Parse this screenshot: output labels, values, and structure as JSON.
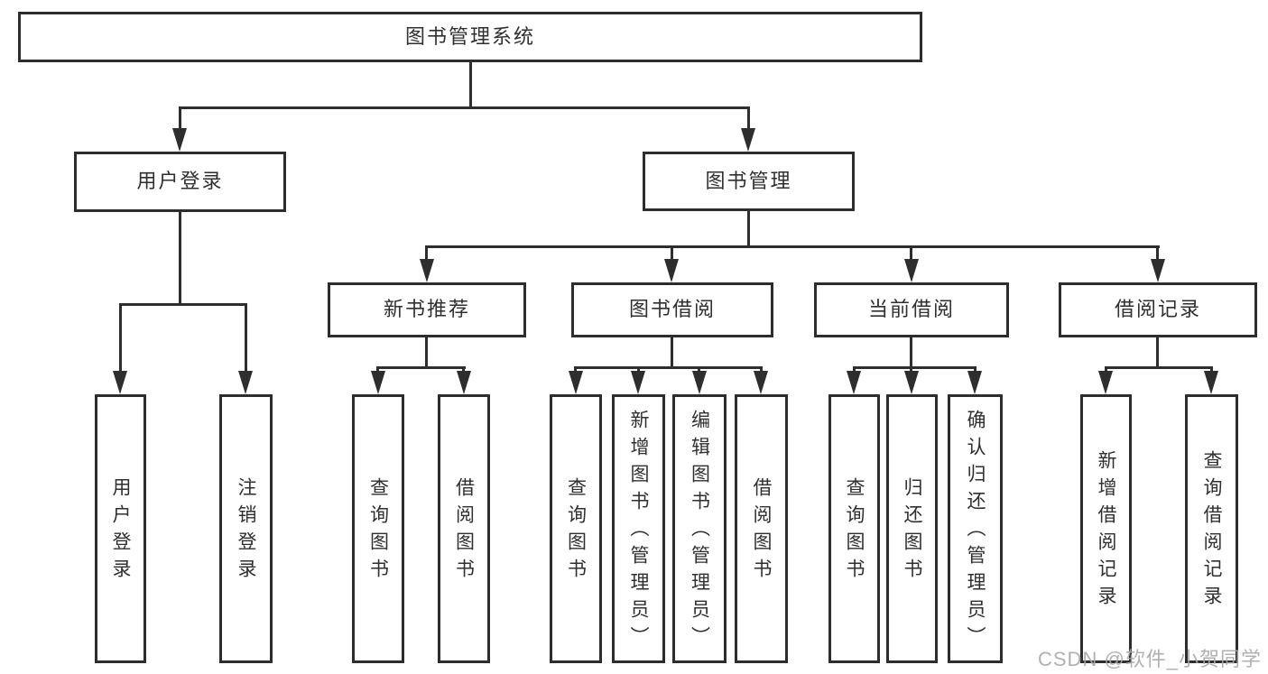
{
  "diagram": {
    "type": "tree",
    "title": "图书管理系统",
    "watermark": "CSDN @软件_小贺同学",
    "colors": {
      "line": "#2e2e2e",
      "border": "#2d2d2d",
      "text": "#2f2f2f",
      "background": "#ffffff",
      "watermark": "#a8a8a8"
    },
    "root": {
      "label": "图书管理系统",
      "children": [
        {
          "label": "用户登录",
          "children": [
            {
              "label": "用户登录"
            },
            {
              "label": "注销登录"
            }
          ]
        },
        {
          "label": "图书管理",
          "children": [
            {
              "label": "新书推荐",
              "children": [
                {
                  "label": "查询图书"
                },
                {
                  "label": "借阅图书"
                }
              ]
            },
            {
              "label": "图书借阅",
              "children": [
                {
                  "label": "查询图书"
                },
                {
                  "label": "新增图书（管理员）"
                },
                {
                  "label": "编辑图书（管理员）"
                },
                {
                  "label": "借阅图书"
                }
              ]
            },
            {
              "label": "当前借阅",
              "children": [
                {
                  "label": "查询图书"
                },
                {
                  "label": "归还图书"
                },
                {
                  "label": "确认归还（管理员）"
                }
              ]
            },
            {
              "label": "借阅记录",
              "children": [
                {
                  "label": "新增借阅记录"
                },
                {
                  "label": "查询借阅记录"
                }
              ]
            }
          ]
        }
      ]
    }
  }
}
